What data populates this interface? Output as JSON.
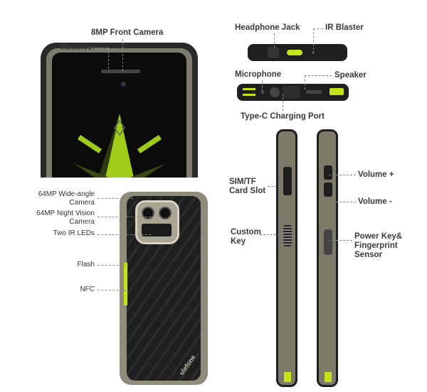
{
  "front": {
    "labels": {
      "front_camera": "8MP Front Camera",
      "receiver": "Receiver"
    }
  },
  "back": {
    "labels": {
      "wide_camera_1": "64MP Wide-angle",
      "wide_camera_2": "Camera",
      "night_camera_1": "64MP Night Vision",
      "night_camera_2": "Camera",
      "ir_leds": "Two IR LEDs",
      "flash": "Flash",
      "nfc": "NFC"
    },
    "logo": "ulefone"
  },
  "edges": {
    "labels": {
      "headphone_jack": "Headphone Jack",
      "ir_blaster": "IR Blaster",
      "microphone": "Microphone",
      "speaker": "Speaker",
      "type_c": "Type-C Charging Port"
    }
  },
  "sides": {
    "labels": {
      "sim_1": "SIM/TF",
      "sim_2": "Card Slot",
      "custom_1": "Custom",
      "custom_2": "Key",
      "vol_up": "Volume +",
      "vol_down": "Volume -",
      "power_1": "Power Key&",
      "power_2": "Fingerprint",
      "power_3": "Sensor"
    }
  },
  "colors": {
    "accent": "#c6e21a",
    "body": "#1e1f1f",
    "frame": "#8f8c7c"
  }
}
